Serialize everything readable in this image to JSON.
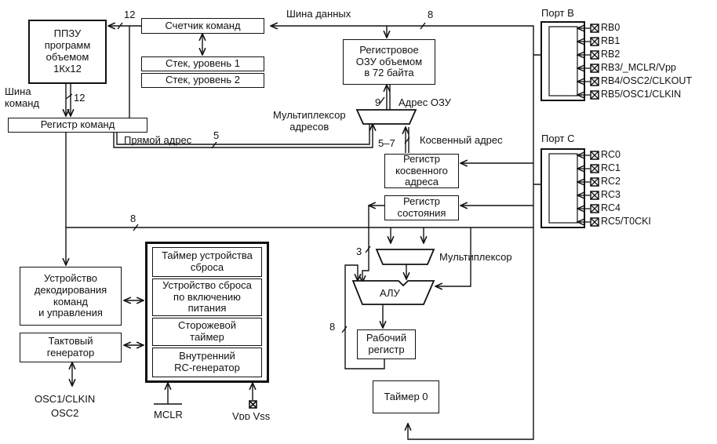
{
  "blocks": {
    "ppzu": "ППЗУ\nпрограмм\nобъемом\n1Кх12",
    "pc": "Счетчик команд",
    "stack1": "Стек, уровень 1",
    "stack2": "Стек, уровень 2",
    "ram": "Регистровое\nОЗУ объемом\nв 72 байта",
    "ir": "Регистр команд",
    "fsr": "Регистр\nкосвенного\nадреса",
    "status": "Регистр\nсостояния",
    "decoder": "Устройство\nдекодирования\nкоманд\nи управления",
    "clock": "Тактовый\nгенератор",
    "timer_reset": "Таймер устройства\nсброса",
    "por": "Устройство сброса\nпо включению\nпитания",
    "wdt": "Сторожевой\nтаймер",
    "rc": "Внутренний\nRC-генератор",
    "w": "Рабочий\nрегистр",
    "timer0": "Таймер 0"
  },
  "labels": {
    "data_bus": "Шина данных",
    "instr_bus": "Шина\nкоманд",
    "direct_addr": "Прямой адрес",
    "ram_addr": "Адрес ОЗУ",
    "addr_mux": "Мультиплексор\nадресов",
    "indirect_addr": "Косвенный адрес",
    "mux": "Мультиплексор",
    "alu": "АЛУ",
    "osc": "OSC1/CLKIN\nOSC2",
    "mclr": "MCLR",
    "vdd_vss": "Vᴅᴅ Vss",
    "port_b": "Порт B",
    "port_c": "Порт C"
  },
  "bus_widths": {
    "pc_ppzu": "12",
    "data_bus": "8",
    "instr_bus": "12",
    "direct": "5",
    "ram_addr": "9",
    "indirect": "5–7",
    "main_bus": "8",
    "mux_in": "3",
    "w_bus": "8"
  },
  "port_b_pins": [
    "RB0",
    "RB1",
    "RB2",
    "RB3/_MCLR/Vpp",
    "RB4/OSC2/CLKOUT",
    "RB5/OSC1/CLKIN"
  ],
  "port_c_pins": [
    "RC0",
    "RC1",
    "RC2",
    "RC3",
    "RC4",
    "RC5/T0CKI"
  ]
}
